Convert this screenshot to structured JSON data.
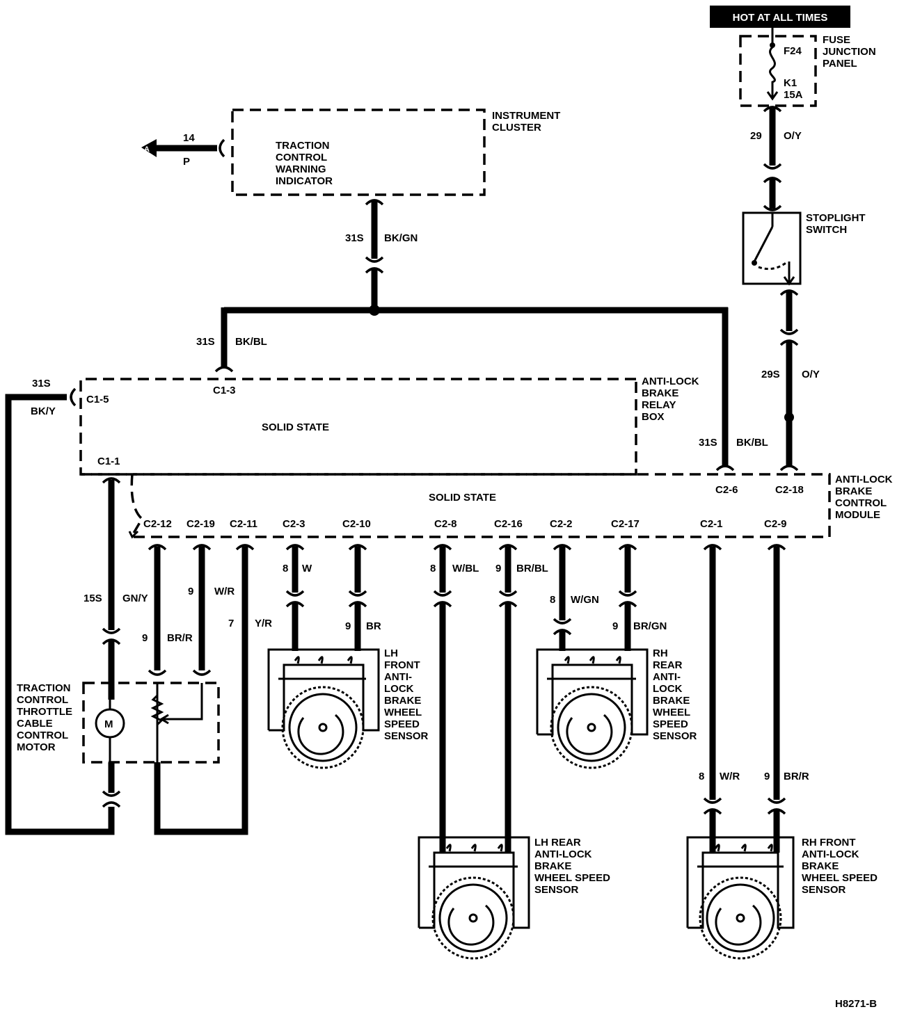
{
  "header": {
    "hot_label": "HOT AT ALL TIMES"
  },
  "fuse_panel": {
    "label_1": "FUSE",
    "label_2": "JUNCTION",
    "label_3": "PANEL",
    "fuse_id": "F24",
    "relay_id": "K1",
    "rating": "15A"
  },
  "instrument_cluster": {
    "label_1": "INSTRUMENT",
    "label_2": "CLUSTER",
    "indicator_1": "TRACTION",
    "indicator_2": "CONTROL",
    "indicator_3": "WARNING",
    "indicator_4": "INDICATOR",
    "conn_letter": "A",
    "wire_14_gauge": "14",
    "wire_14_color": "P"
  },
  "stoplight": {
    "label_1": "STOPLIGHT",
    "label_2": "SWITCH"
  },
  "relay_box": {
    "label_1": "ANTI-LOCK",
    "label_2": "BRAKE",
    "label_3": "RELAY",
    "label_4": "BOX",
    "state": "SOLID STATE",
    "pin_c1_3": "C1-3",
    "pin_c1_5": "C1-5",
    "pin_c1_1": "C1-1"
  },
  "control_module": {
    "label_1": "ANTI-LOCK",
    "label_2": "BRAKE",
    "label_3": "CONTROL",
    "label_4": "MODULE",
    "state": "SOLID STATE",
    "pin_c2_6": "C2-6",
    "pin_c2_18": "C2-18",
    "bottom_pins": [
      "C2-12",
      "C2-19",
      "C2-11",
      "C2-3",
      "C2-10",
      "C2-8",
      "C2-16",
      "C2-2",
      "C2-17",
      "C2-1",
      "C2-9"
    ]
  },
  "wires": {
    "w29_gauge": "29",
    "w29_color": "O/Y",
    "w31s_a_gauge": "31S",
    "w31s_a_color": "BK/GN",
    "w31s_b_gauge": "31S",
    "w31s_b_color": "BK/BL",
    "w31s_c_gauge": "31S",
    "w31s_c_color": "BK/BL",
    "w31s_d_gauge": "31S",
    "w31s_d_color": "BK/Y",
    "w29s_gauge": "29S",
    "w29s_color": "O/Y",
    "w15s_gauge": "15S",
    "w15s_color": "GN/Y",
    "w9br_r_gauge": "9",
    "w9br_r_color": "BR/R",
    "w9w_r_gauge": "9",
    "w9w_r_color": "W/R",
    "w7_gauge": "7",
    "w7_color": "Y/R",
    "w8w_gauge": "8",
    "w8w_color": "W",
    "w9br_gauge": "9",
    "w9br_color": "BR",
    "w8wbl_gauge": "8",
    "w8wbl_color": "W/BL",
    "w9brbl_gauge": "9",
    "w9brbl_color": "BR/BL",
    "w8wgn_gauge": "8",
    "w8wgn_color": "W/GN",
    "w9brgn_gauge": "9",
    "w9brgn_color": "BR/GN",
    "w8wr_gauge": "8",
    "w8wr_color": "W/R",
    "w9br_r2_gauge": "9",
    "w9br_r2_color": "BR/R"
  },
  "motor": {
    "symbol": "M",
    "label_1": "TRACTION",
    "label_2": "CONTROL",
    "label_3": "THROTTLE",
    "label_4": "CABLE",
    "label_5": "CONTROL",
    "label_6": "MOTOR"
  },
  "sensors": {
    "lh_front": [
      "LH",
      "FRONT",
      "ANTI-",
      "LOCK",
      "BRAKE",
      "WHEEL",
      "SPEED",
      "SENSOR"
    ],
    "rh_rear": [
      "RH",
      "REAR",
      "ANTI-",
      "LOCK",
      "BRAKE",
      "WHEEL",
      "SPEED",
      "SENSOR"
    ],
    "lh_rear": [
      "LH REAR",
      "ANTI-LOCK",
      "BRAKE",
      "WHEEL SPEED",
      "SENSOR"
    ],
    "rh_front": [
      "RH FRONT",
      "ANTI-LOCK",
      "BRAKE",
      "WHEEL SPEED",
      "SENSOR"
    ]
  },
  "footer": {
    "figure_id": "H8271-B"
  }
}
